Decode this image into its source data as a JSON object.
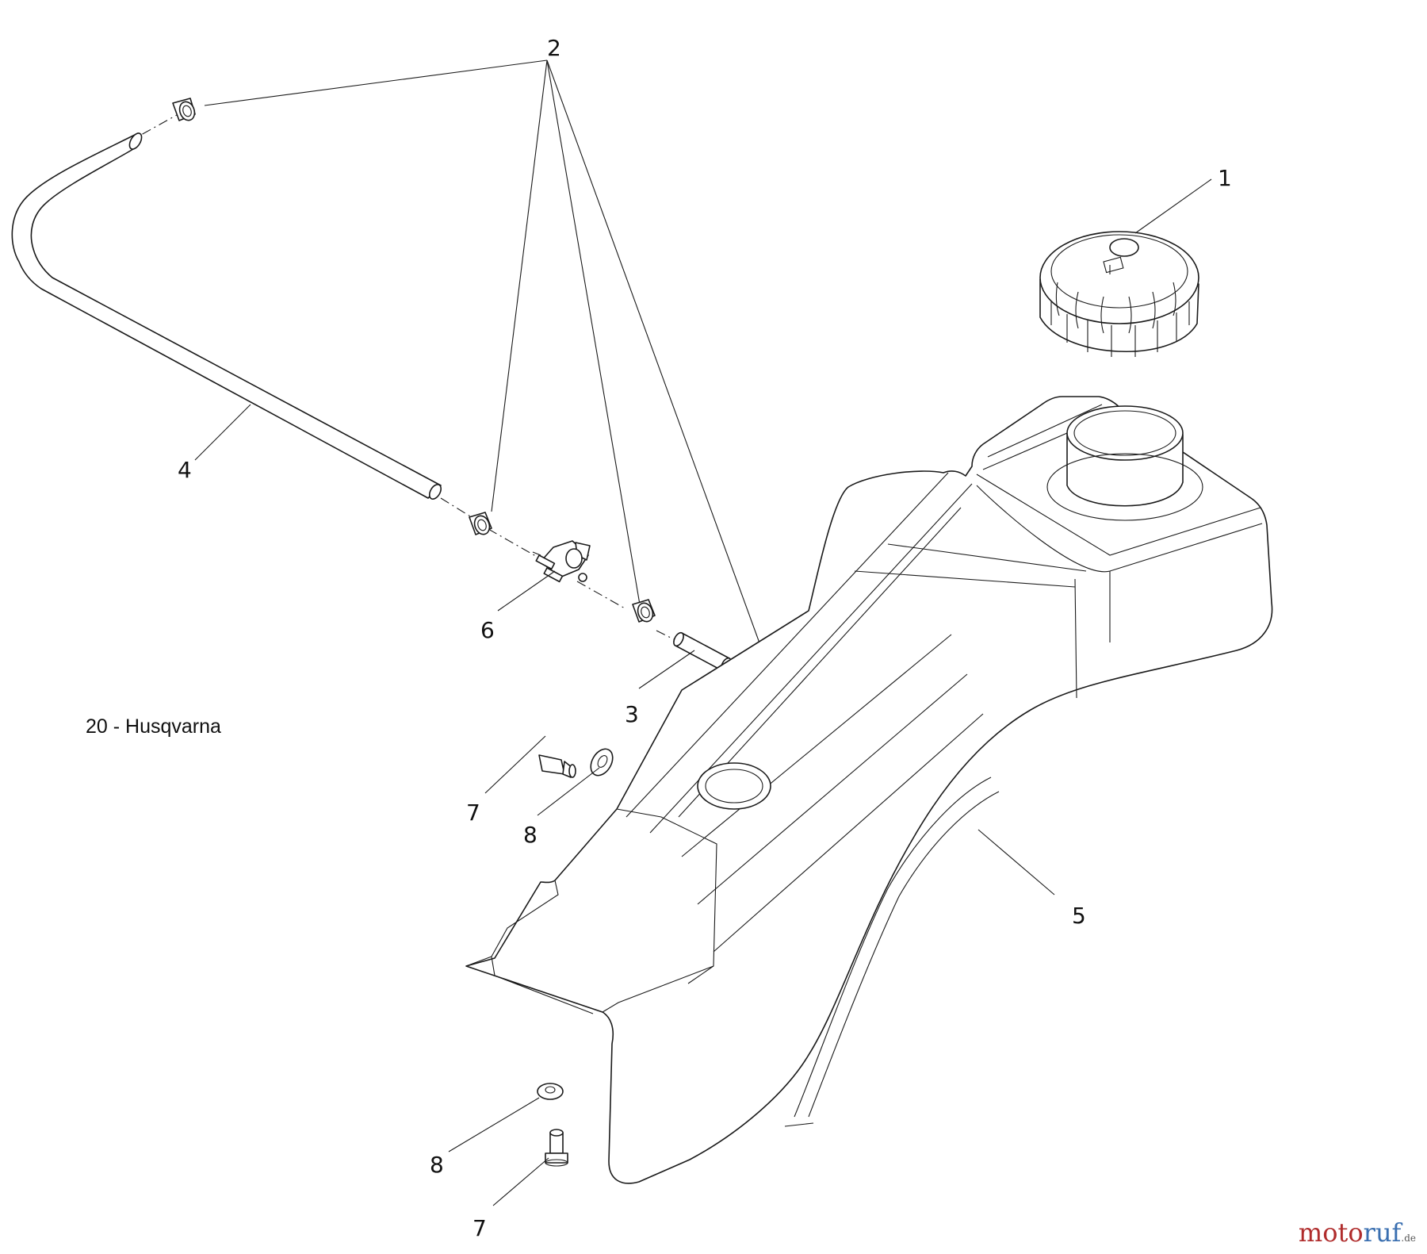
{
  "caption": "20 - Husqvarna",
  "callouts": {
    "c1": "1",
    "c2": "2",
    "c3": "3",
    "c4": "4",
    "c5": "5",
    "c6": "6",
    "c7a": "7",
    "c7b": "7",
    "c8a": "8",
    "c8b": "8"
  },
  "watermark": {
    "brand_a": "moto",
    "brand_b": "ruf",
    "tld": ".de"
  },
  "colors": {
    "line": "#1a1a1a",
    "watermark_red": "#b02d2d",
    "watermark_blue": "#3a6fb0"
  }
}
